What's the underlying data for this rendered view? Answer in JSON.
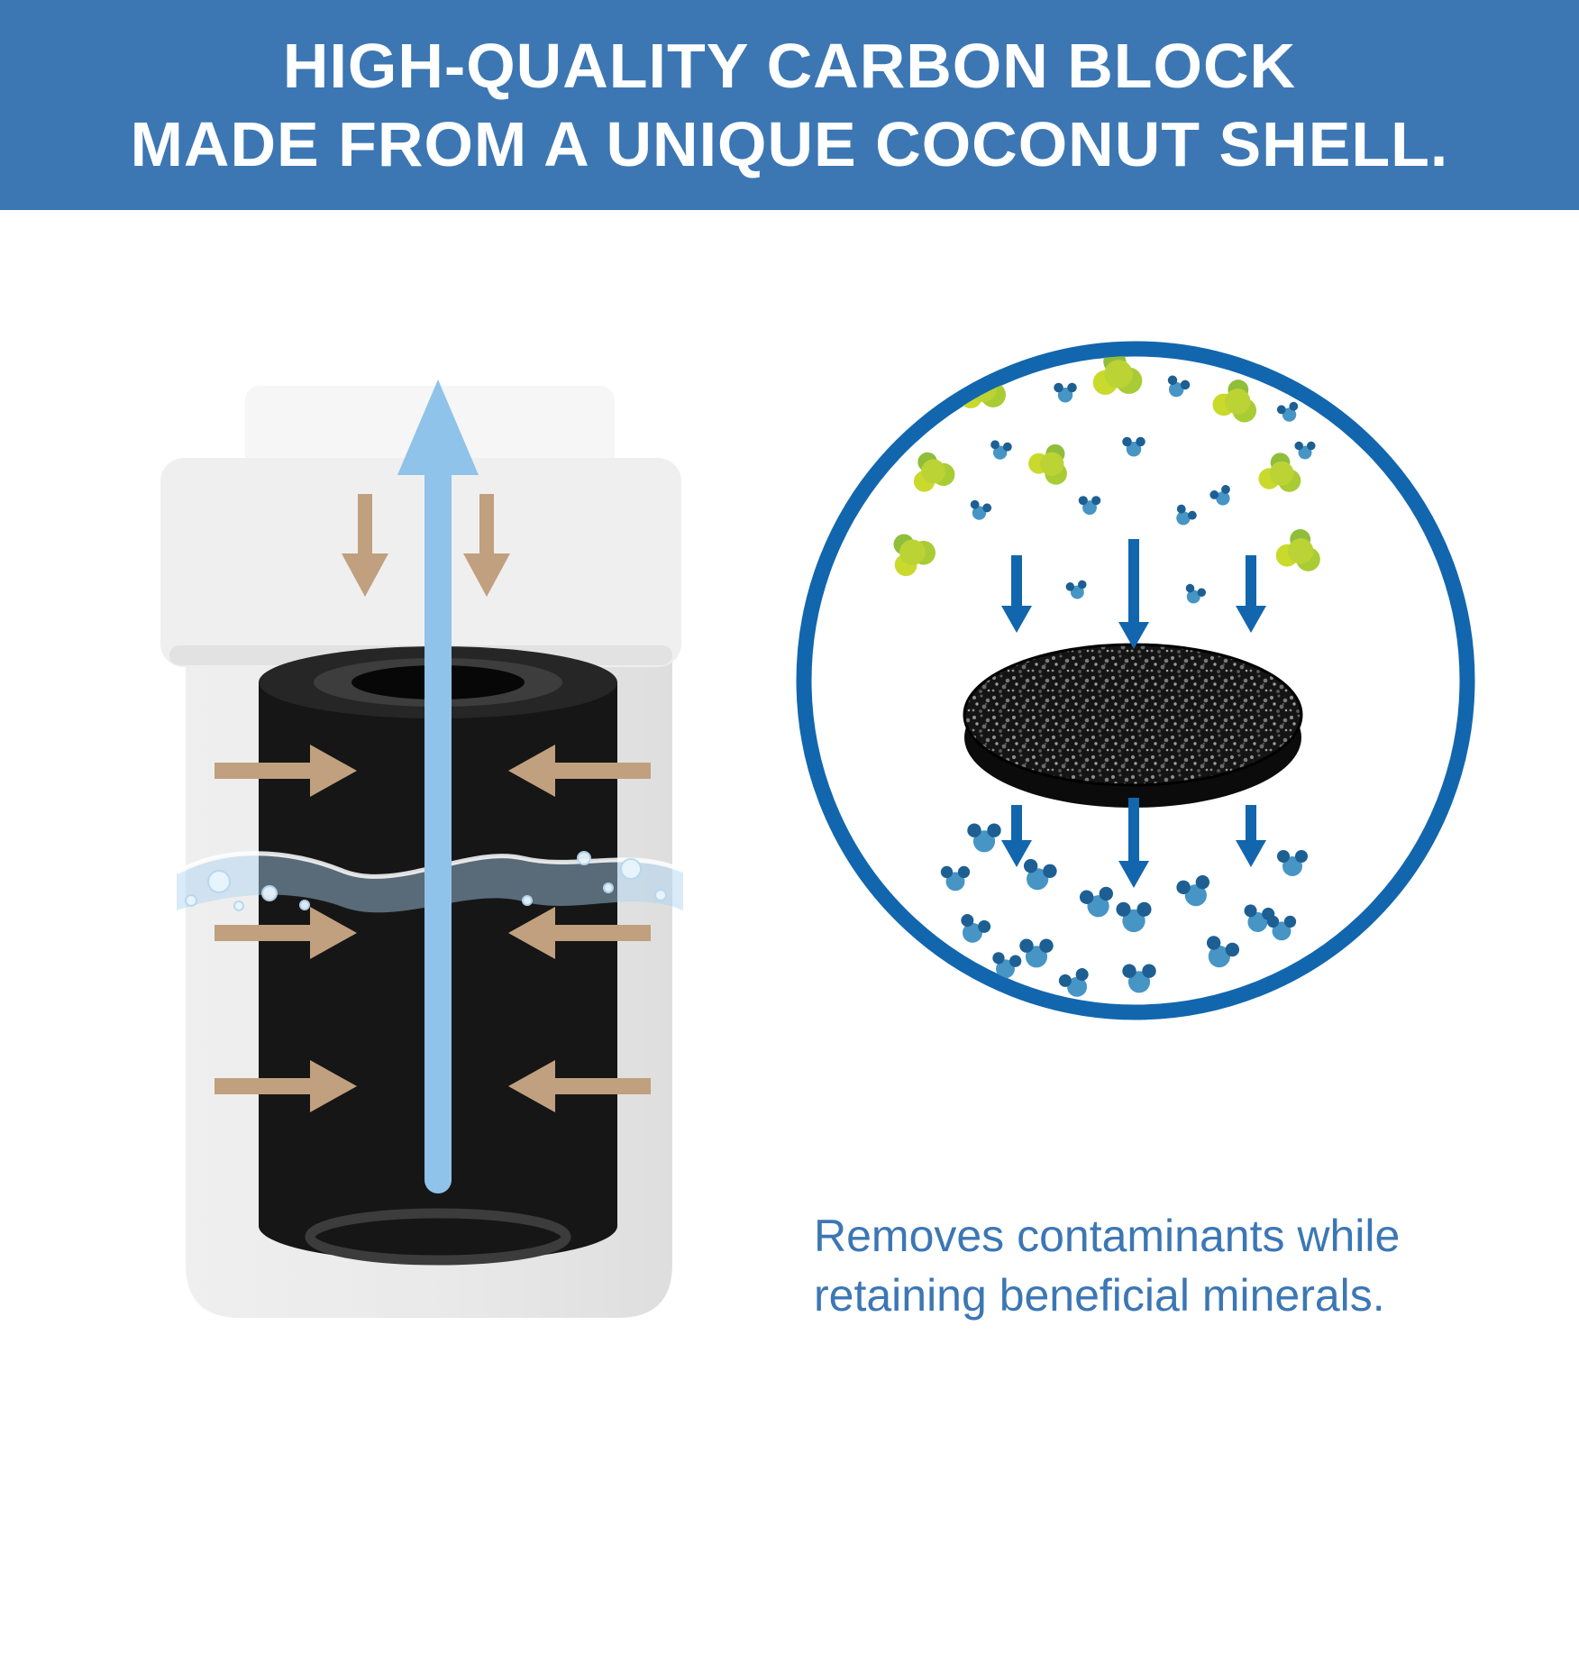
{
  "header": {
    "line1": "HIGH-QUALITY CARBON BLOCK",
    "line2": "MADE FROM A UNIQUE COCONUT SHELL."
  },
  "inset_caption": {
    "line1": "Removes contaminants while",
    "line2": "retaining beneficial minerals."
  },
  "colors": {
    "header_bg": "#3c77b4",
    "header_text": "#ffffff",
    "caption_text": "#3c77b4",
    "inset_border": "#1266ae",
    "flow_arrow_blue": "#1266ae",
    "outflow_arrow": "#8fc3e9",
    "inflow_arrow": "#c1a07f",
    "carbon_black": "#161616",
    "contaminant_green": "#bcd335",
    "mineral_blue": "#4695c5",
    "filter_body_grey": "#e9e9e9"
  },
  "icons": {
    "filter_cartridge": "water-filter-cartridge-cutaway",
    "carbon_block": "carbon-block-cylinder",
    "clean_water_arrow": "up-arrow",
    "inflow_arrows": "inward-arrows",
    "carbon_disc": "porous-carbon-disc",
    "contaminant": "contaminant-molecule-cluster",
    "mineral": "water-mineral-molecule"
  }
}
